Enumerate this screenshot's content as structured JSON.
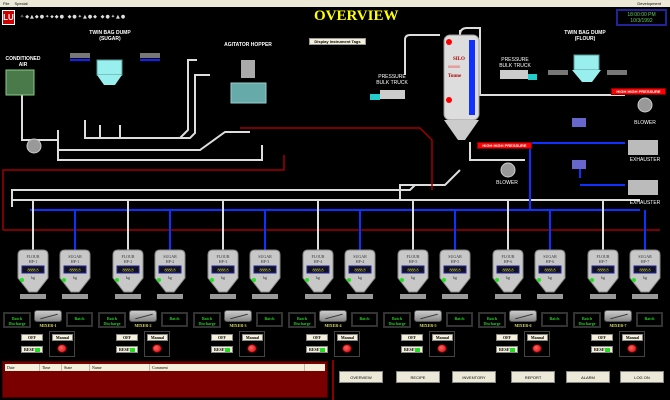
{
  "menubar": {
    "items": [
      "File",
      "Special"
    ],
    "right_label": "Development"
  },
  "header": {
    "logo": "LU",
    "title": "OVERVIEW",
    "clock": {
      "time": "18:00:00 PM",
      "date": "10/3/1992"
    },
    "display_tags_button": "Display Instrument Tags",
    "status_glyphs": "✧◆▲◆●✦⬥◆●  ◆●✦▲●◆  ◆●✦▲●"
  },
  "equipment": {
    "twin_bag_dump_sugar": "TWIN BAG DUMP\n(SUGAR)",
    "conditioned_air": "CONDITIONED\nAIR",
    "agitator_hopper": "AGITATOR HOPPER",
    "silo": {
      "name": "SILO",
      "reading": "######",
      "unit": "Tonne"
    },
    "pressure_bulk_truck_1": "PRESSURE\nBULK TRUCK",
    "pressure_bulk_truck_2": "PRESSURE\nBULK TRUCK",
    "twin_bag_dump_flour": "TWIN BAG DUMP\n(FLOUR)",
    "blower_1": "BLOWER",
    "blower_2": "BLOWER",
    "exhauster_1": "EXHAUSTER",
    "exhauster_2": "EXHAUSTER",
    "alarms": [
      "HIGH HIGH PRESSURE",
      "HIGH HIGH PRESSURE"
    ]
  },
  "hoppers": [
    {
      "flour": "FLOUR\nHP-1",
      "sugar": "SUGAR\nHP-1"
    },
    {
      "flour": "FLOUR\nHP-2",
      "sugar": "SUGAR\nHP-2"
    },
    {
      "flour": "FLOUR\nHP-3",
      "sugar": "SUGAR\nHP-3"
    },
    {
      "flour": "FLOUR\nHP-4",
      "sugar": "SUGAR\nHP-4"
    },
    {
      "flour": "FLOUR\nHP-5",
      "sugar": "SUGAR\nHP-5"
    },
    {
      "flour": "FLOUR\nHP-6",
      "sugar": "SUGAR\nHP-6"
    },
    {
      "flour": "FLOUR\nHP-7",
      "sugar": "SUGAR\nHP-7"
    }
  ],
  "hopper_reading": "8888.8",
  "hopper_unit": "kg",
  "mixers": [
    {
      "name": "MIXER-1",
      "batch_discharge": "Batch\nDischarge",
      "batch": "Batch",
      "off": "OFF",
      "reset": "RESET",
      "manual": "Manual"
    },
    {
      "name": "MIXER-2",
      "batch_discharge": "Batch\nDischarge",
      "batch": "Batch",
      "off": "OFF",
      "reset": "RESET",
      "manual": "Manual"
    },
    {
      "name": "MIXER-3",
      "batch_discharge": "Batch\nDischarge",
      "batch": "Batch",
      "off": "OFF",
      "reset": "RESET",
      "manual": "Manual"
    },
    {
      "name": "MIXER-4",
      "batch_discharge": "Batch\nDischarge",
      "batch": "Batch",
      "off": "OFF",
      "reset": "RESET",
      "manual": "Manual"
    },
    {
      "name": "MIXER-5",
      "batch_discharge": "Batch\nDischarge",
      "batch": "Batch",
      "off": "OFF",
      "reset": "RESET",
      "manual": "Manual"
    },
    {
      "name": "MIXER-6",
      "batch_discharge": "Batch\nDischarge",
      "batch": "Batch",
      "off": "OFF",
      "reset": "RESET",
      "manual": "Manual"
    },
    {
      "name": "MIXER-7",
      "batch_discharge": "Batch\nDischarge",
      "batch": "Batch",
      "off": "OFF",
      "reset": "RESET",
      "manual": "Manual"
    }
  ],
  "alarm_table": {
    "columns": [
      "Date",
      "Time",
      "State",
      "Name",
      "Comment"
    ],
    "rows": []
  },
  "nav": [
    "OVERVIEW",
    "RECIPE",
    "INVENTORY",
    "REPORT",
    "ALARM",
    "LOG ON"
  ],
  "colors": {
    "title": "#ffff00",
    "alarm": "#ff0000",
    "pipe_air": "#ffffff",
    "pipe_blue": "#1030ff",
    "pipe_red": "#a00000",
    "led_on": "#22dd22"
  }
}
